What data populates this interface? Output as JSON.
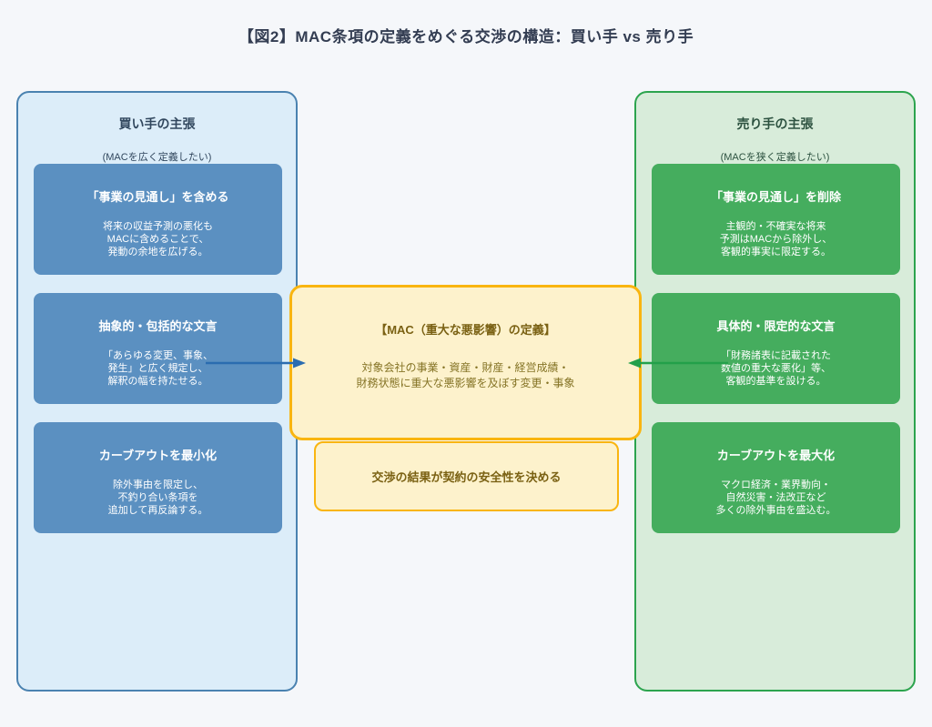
{
  "title": "【図2】MAC条項の定義をめぐる交渉の構造：買い手 vs 売り手",
  "buyer_panel": {
    "header": "買い手の主張",
    "subtitle": "(MACを広く定義したい)",
    "boxes": [
      {
        "title": "「事業の見通し」を含める",
        "body": "将来の収益予測の悪化も\nMACに含めることで、\n発動の余地を広げる。"
      },
      {
        "title": "抽象的・包括的な文言",
        "body": "「あらゆる変更、事象、\n発生」と広く規定し、\n解釈の幅を持たせる。"
      },
      {
        "title": "カーブアウトを最小化",
        "body": "除外事由を限定し、\n不釣り合い条項を\n追加して再反論する。"
      }
    ]
  },
  "seller_panel": {
    "header": "売り手の主張",
    "subtitle": "(MACを狭く定義したい)",
    "boxes": [
      {
        "title": "「事業の見通し」を削除",
        "body": "主観的・不確実な将来\n予測はMACから除外し、\n客観的事実に限定する。"
      },
      {
        "title": "具体的・限定的な文言",
        "body": "「財務諸表に記載された\n数値の重大な悪化」等、\n客観的基準を設ける。"
      },
      {
        "title": "カーブアウトを最大化",
        "body": "マクロ経済・業界動向・\n自然災害・法改正など\n多くの除外事由を盛込む。"
      }
    ]
  },
  "center_box": {
    "title": "【MAC（重大な悪影響）の定義】",
    "body": "対象会社の事業・資産・財産・経営成績・\n財務状態に重大な悪影響を及ぼす変更・事象"
  },
  "conclusion_box": {
    "text": "交渉の結果が契約の安全性を決める"
  },
  "colors": {
    "page_bg": "#f5f7fa",
    "title_text": "#333d52",
    "buyer_panel_fill": "#dcedf9",
    "buyer_panel_border": "#4a82b0",
    "buyer_box_fill": "#5b90c1",
    "buyer_header_text": "#31475e",
    "buyer_arrow": "#2b6cb0",
    "seller_panel_fill": "#d8ecda",
    "seller_panel_border": "#2ca44e",
    "seller_box_fill": "#45ad5e",
    "seller_header_text": "#2d5240",
    "seller_arrow": "#23a04a",
    "center_fill": "#fdf2cc",
    "center_border": "#f9b510",
    "center_text": "#7a6113",
    "center_body_text": "#857426"
  }
}
